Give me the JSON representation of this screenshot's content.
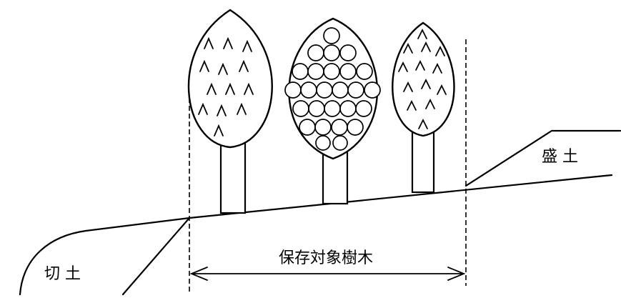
{
  "labels": {
    "cut_soil": "切 土",
    "fill_soil": "盛 土",
    "preserved_trees": "保存対象樹木"
  }
}
